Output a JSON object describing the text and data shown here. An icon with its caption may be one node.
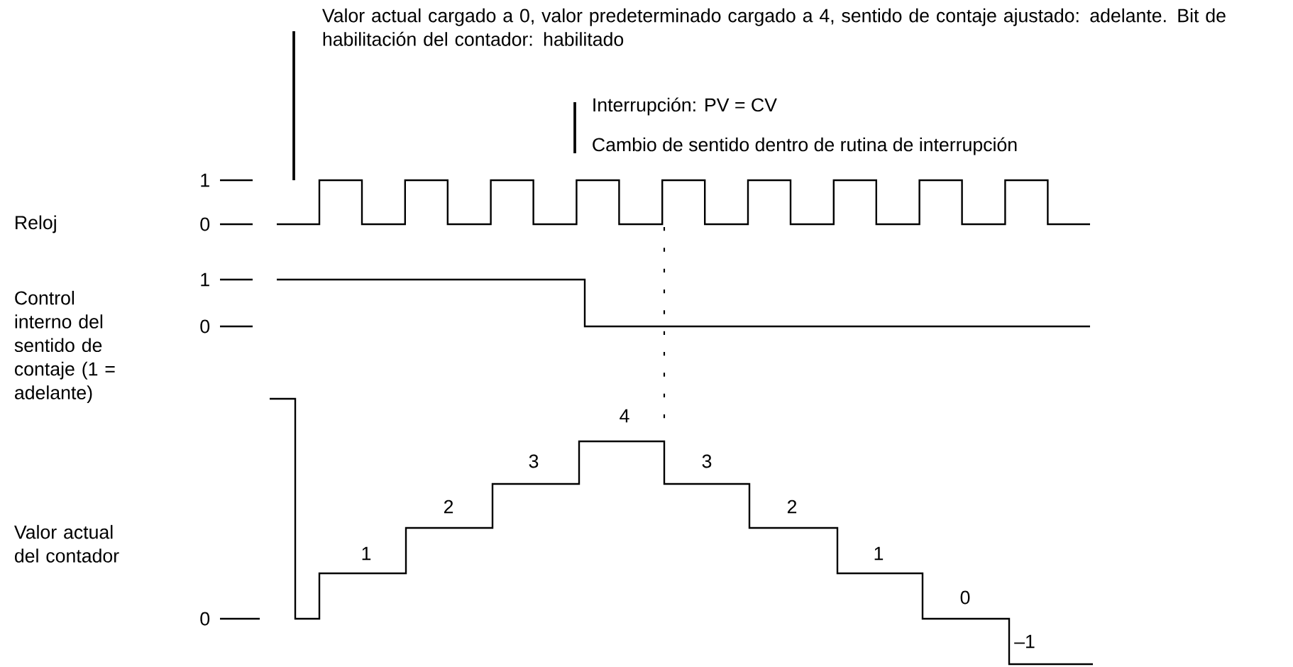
{
  "diagram": {
    "labels": [
      "Valor actual cargado a 0, valor predeterminado cargado a 4, sentido de contaje ajustado: adelante. Bit de habilitación del contador: habilitado",
      "Interrupción: PV = CV",
      "Cambio de sentido dentro de rutina de interrupción",
      "1",
      "0",
      "Reloj",
      "1",
      "0",
      "Control interno del sentido de contaje (1 = adelante)",
      "4",
      "3",
      "2",
      "1",
      "Valor actual del contador",
      "0",
      "3",
      "2",
      "1",
      "0",
      "–1"
    ]
  }
}
